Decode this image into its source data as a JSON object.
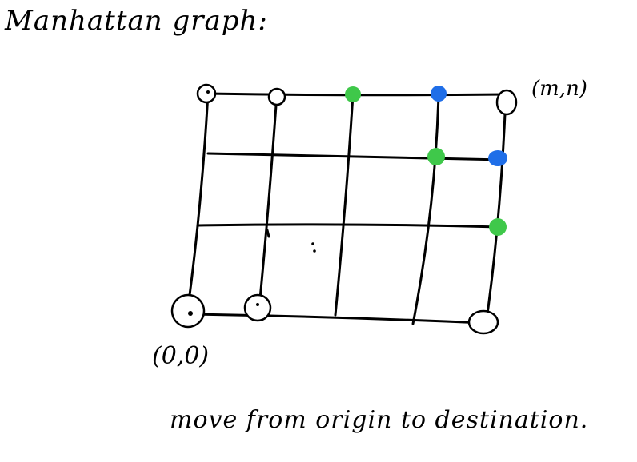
{
  "title": "Manhattan graph:",
  "destination_label": "(m,n)",
  "origin_label": "(0,0)",
  "caption": "move from origin to destination.",
  "colors": {
    "ink": "#000000",
    "green": "#3fc84a",
    "blue": "#1f6ee8"
  }
}
